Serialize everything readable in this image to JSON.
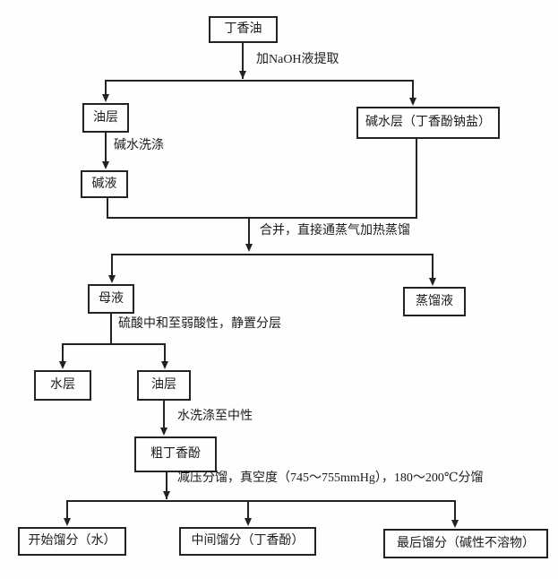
{
  "diagram": {
    "type": "flowchart",
    "line_color": "#222222",
    "background_color": "#fefefe",
    "nodes": [
      {
        "id": "clove-oil",
        "label": "丁香油"
      },
      {
        "id": "oil-layer-1",
        "label": "油层"
      },
      {
        "id": "alkali-water-layer",
        "label": "碱水层（丁香酚钠盐）"
      },
      {
        "id": "alkali-liquid",
        "label": "碱液"
      },
      {
        "id": "mother-liquor",
        "label": "母液"
      },
      {
        "id": "distillate",
        "label": "蒸馏液"
      },
      {
        "id": "water-layer",
        "label": "水层"
      },
      {
        "id": "oil-layer-2",
        "label": "油层"
      },
      {
        "id": "crude-eugenol",
        "label": "粗丁香酚"
      },
      {
        "id": "first-fraction",
        "label": "开始馏分（水）"
      },
      {
        "id": "middle-fraction",
        "label": "中间馏分（丁香酚）"
      },
      {
        "id": "last-fraction",
        "label": "最后馏分（碱性不溶物）"
      }
    ],
    "edge_labels": [
      {
        "id": "naoh-extract",
        "text": "加NaOH液提取"
      },
      {
        "id": "alkali-wash",
        "text": "碱水洗涤"
      },
      {
        "id": "combine-distill",
        "text": "合并，直接通蒸气加热蒸馏"
      },
      {
        "id": "acid-neutralize",
        "text": "硫酸中和至弱酸性，静置分层"
      },
      {
        "id": "water-wash",
        "text": "水洗涤至中性"
      },
      {
        "id": "vacuum-distill",
        "text": "减压分馏，真空度（745～755mmHg），180～200℃分馏"
      }
    ]
  }
}
